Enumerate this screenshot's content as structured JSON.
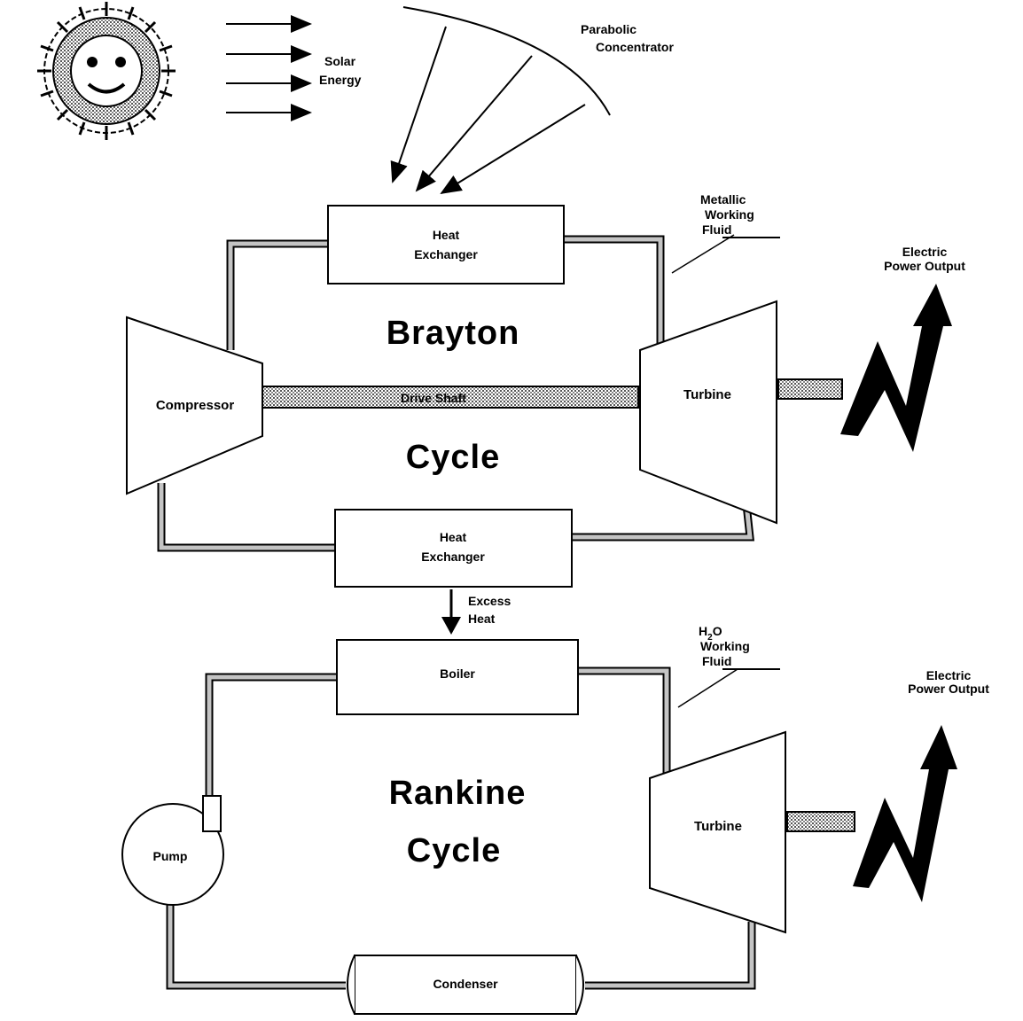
{
  "solar": {
    "label_line1": "Solar",
    "label_line2": "Energy",
    "concentrator_line1": "Parabolic",
    "concentrator_line2": "Concentrator"
  },
  "brayton": {
    "title_line1": "Brayton",
    "title_line2": "Cycle",
    "heat_exchanger_top_line1": "Heat",
    "heat_exchanger_top_line2": "Exchanger",
    "heat_exchanger_bottom_line1": "Heat",
    "heat_exchanger_bottom_line2": "Exchanger",
    "compressor": "Compressor",
    "turbine": "Turbine",
    "drive_shaft": "Drive Shaft",
    "fluid_line1": "Metallic",
    "fluid_line2": "Working",
    "fluid_line3": "Fluid",
    "output_line1": "Electric",
    "output_line2": "Power Output"
  },
  "transfer": {
    "line1": "Excess",
    "line2": "Heat"
  },
  "rankine": {
    "title_line1": "Rankine",
    "title_line2": "Cycle",
    "boiler": "Boiler",
    "turbine": "Turbine",
    "pump": "Pump",
    "condenser": "Condenser",
    "fluid_line1_base": "H",
    "fluid_line1_sub": "2",
    "fluid_line1_rest": "O",
    "fluid_line2": "Working",
    "fluid_line3": "Fluid",
    "output_line1": "Electric",
    "output_line2": "Power Output"
  },
  "colors": {
    "line": "#000000",
    "pipe_fill": "#c4c4c4",
    "background": "#ffffff"
  }
}
